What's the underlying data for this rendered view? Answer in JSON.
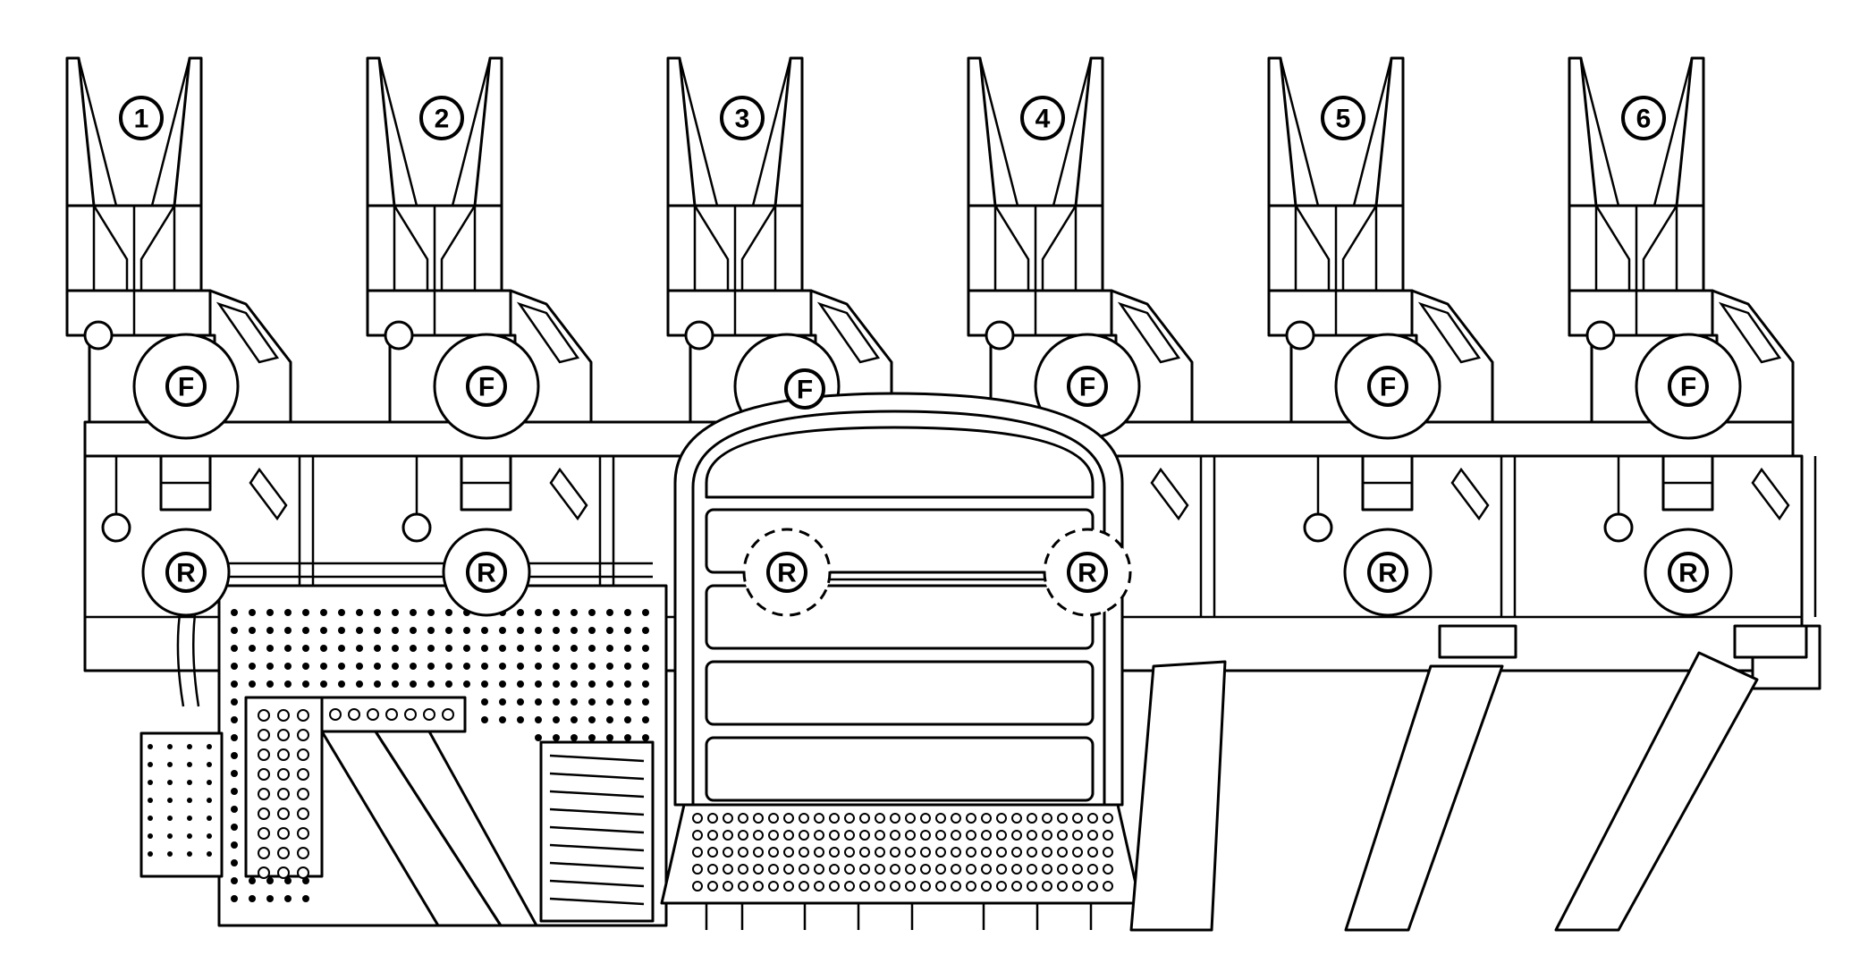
{
  "coils": [
    {
      "number": "1",
      "front_label": "F",
      "rear_label": "R"
    },
    {
      "number": "2",
      "front_label": "F",
      "rear_label": "R"
    },
    {
      "number": "3",
      "front_label": "F",
      "rear_label": "R"
    },
    {
      "number": "4",
      "front_label": "F",
      "rear_label": "R"
    },
    {
      "number": "5",
      "front_label": "F",
      "rear_label": "R"
    },
    {
      "number": "6",
      "front_label": "F",
      "rear_label": "R"
    }
  ],
  "colors": {
    "line": "#000000",
    "background": "#ffffff"
  }
}
